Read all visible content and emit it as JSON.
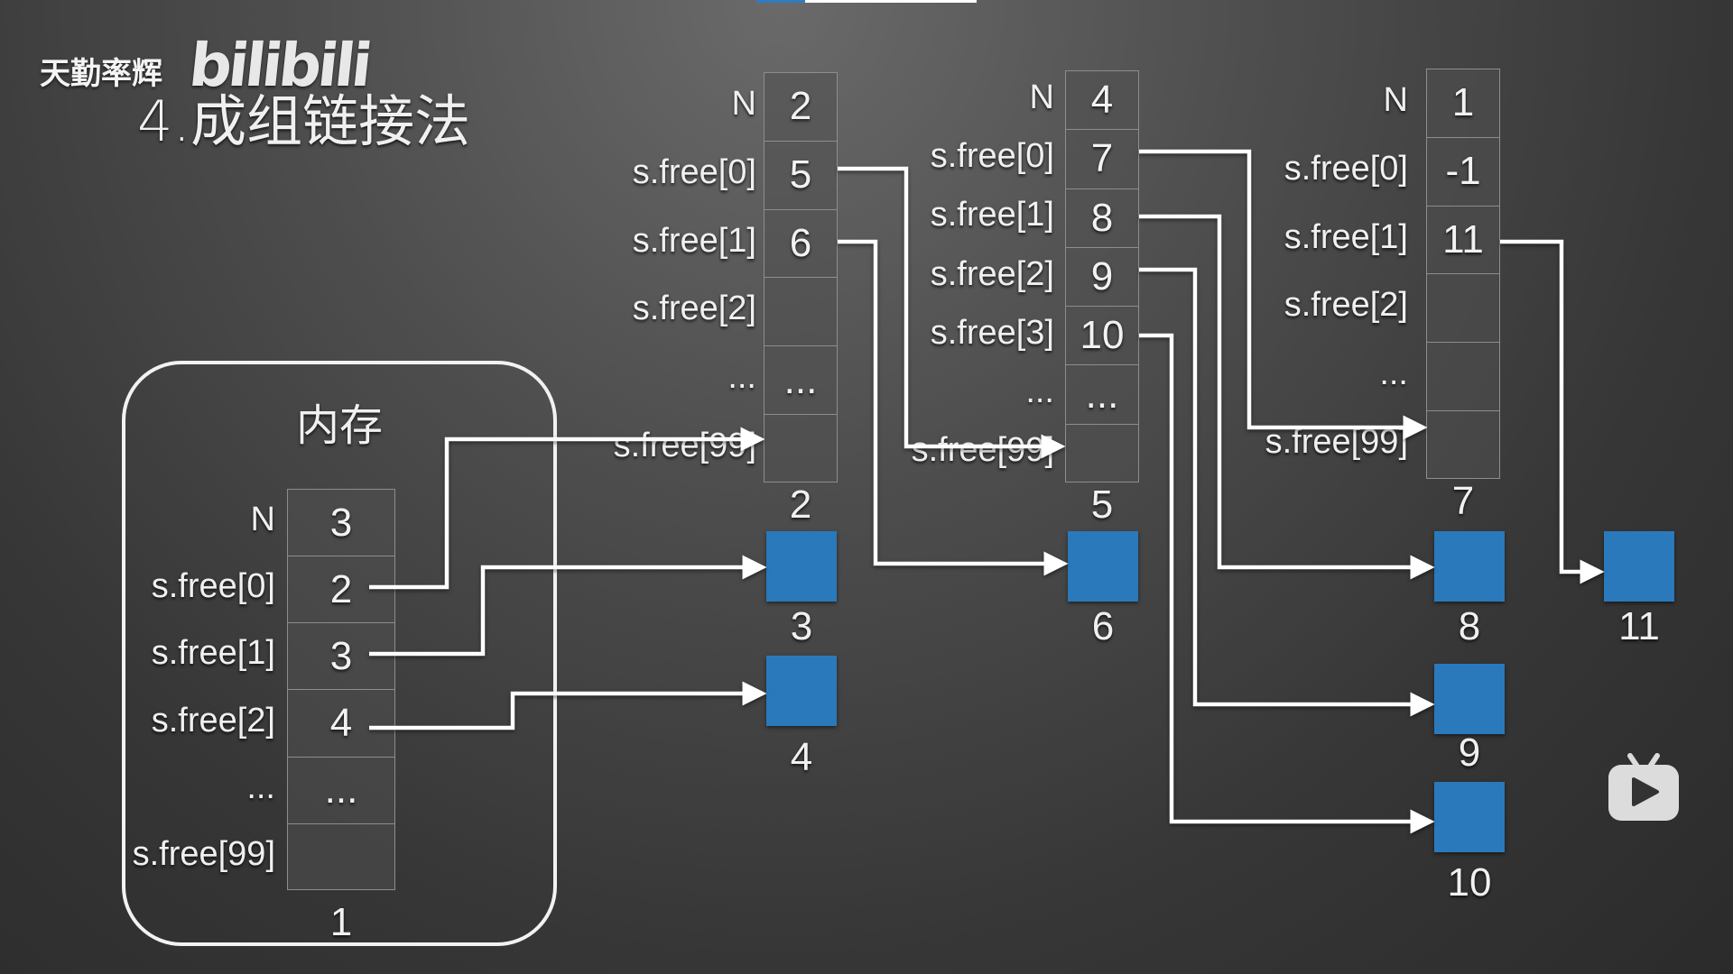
{
  "top_progress": {
    "percent": 22,
    "fill_color": "#2f7cc0"
  },
  "watermark": {
    "channel": "天勤率辉",
    "logo": "bilibili"
  },
  "title": "4.成组链接法",
  "colors": {
    "block": "#2a79bb",
    "line": "#ffffff",
    "background": "#4a4a4a"
  },
  "memory": {
    "label": "内存",
    "block_number": "1",
    "rows": [
      {
        "label": "N",
        "value": "3"
      },
      {
        "label": "s.free[0]",
        "value": "2"
      },
      {
        "label": "s.free[1]",
        "value": "3"
      },
      {
        "label": "s.free[2]",
        "value": "4"
      },
      {
        "label": "...",
        "value": "..."
      },
      {
        "label": "s.free[99]",
        "value": ""
      }
    ]
  },
  "groups": [
    {
      "block_number": "2",
      "rows": [
        {
          "label": "N",
          "value": "2"
        },
        {
          "label": "s.free[0]",
          "value": "5"
        },
        {
          "label": "s.free[1]",
          "value": "6"
        },
        {
          "label": "s.free[2]",
          "value": ""
        },
        {
          "label": "...",
          "value": "..."
        },
        {
          "label": "s.free[99]",
          "value": ""
        }
      ]
    },
    {
      "block_number": "5",
      "rows": [
        {
          "label": "N",
          "value": "4"
        },
        {
          "label": "s.free[0]",
          "value": "7"
        },
        {
          "label": "s.free[1]",
          "value": "8"
        },
        {
          "label": "s.free[2]",
          "value": "9"
        },
        {
          "label": "s.free[3]",
          "value": "10"
        },
        {
          "label": "...",
          "value": "..."
        },
        {
          "label": "s.free[99]",
          "value": ""
        }
      ]
    },
    {
      "block_number": "7",
      "rows": [
        {
          "label": "N",
          "value": "1"
        },
        {
          "label": "s.free[0]",
          "value": "-1"
        },
        {
          "label": "s.free[1]",
          "value": "11"
        },
        {
          "label": "s.free[2]",
          "value": ""
        },
        {
          "label": "...",
          "value": ""
        },
        {
          "label": "s.free[99]",
          "value": ""
        }
      ]
    }
  ],
  "free_blocks": [
    {
      "number": "3"
    },
    {
      "number": "4"
    },
    {
      "number": "6"
    },
    {
      "number": "8"
    },
    {
      "number": "9"
    },
    {
      "number": "10"
    },
    {
      "number": "11"
    }
  ],
  "links": [
    {
      "from": "memory.s.free[0]",
      "to": "block 2"
    },
    {
      "from": "memory.s.free[1]",
      "to": "block 3"
    },
    {
      "from": "memory.s.free[2]",
      "to": "block 4"
    },
    {
      "from": "block2.s.free[0]",
      "to": "block 5"
    },
    {
      "from": "block2.s.free[1]",
      "to": "block 6"
    },
    {
      "from": "block5.s.free[0]",
      "to": "block 7"
    },
    {
      "from": "block5.s.free[1]",
      "to": "block 8"
    },
    {
      "from": "block5.s.free[2]",
      "to": "block 9"
    },
    {
      "from": "block5.s.free[3]",
      "to": "block 10"
    },
    {
      "from": "block7.s.free[1]",
      "to": "block 11"
    }
  ],
  "player_icon": "bilibili-tv-icon"
}
